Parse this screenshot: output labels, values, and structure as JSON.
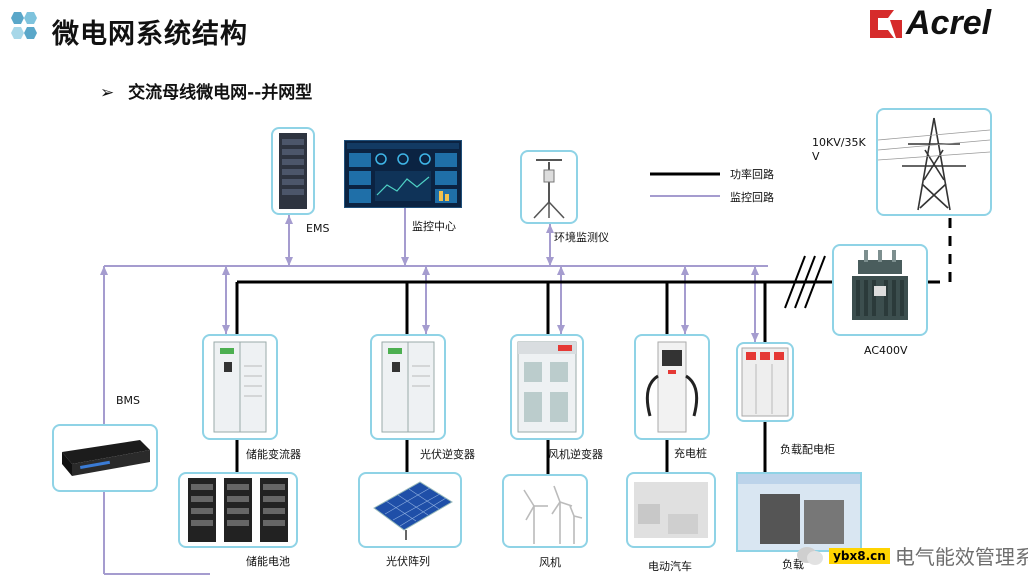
{
  "header": {
    "title": "微电网系统结构",
    "logo_text": "Acrel"
  },
  "subtitle": {
    "bullet": "➢",
    "text": "交流母线微电网--并网型"
  },
  "legend": {
    "power_loop": "功率回路",
    "monitor_loop": "监控回路",
    "power_color": "#000000",
    "monitor_color": "#a59ccf"
  },
  "components": {
    "ems": "EMS",
    "monitor_center": "监控中心",
    "env_monitor": "环境监测仪",
    "grid_voltage_line1": "10KV/35K",
    "grid_voltage_line2": "V",
    "transformer": "AC400V",
    "bms": "BMS",
    "storage_pcs": "储能变流器",
    "storage_battery": "储能电池",
    "pv_inverter": "光伏逆变器",
    "pv_array": "光伏阵列",
    "wind_inverter": "风机逆变器",
    "wind_turbine": "风机",
    "charger": "充电桩",
    "ev": "电动汽车",
    "load_cabinet": "负载配电柜",
    "load": "负载"
  },
  "watermark": {
    "site": "ybx8.cn",
    "text": "电气能效管理系统"
  }
}
